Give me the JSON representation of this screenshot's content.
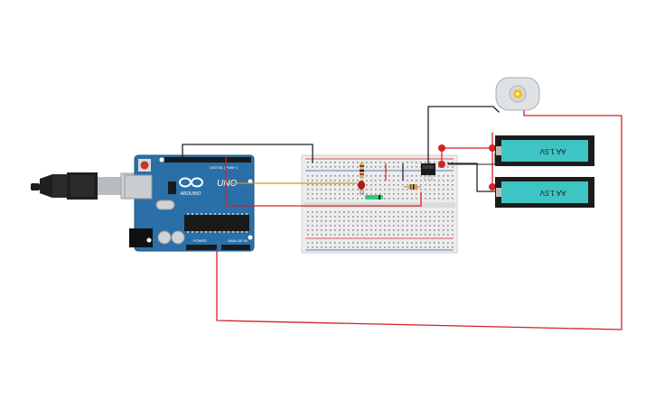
{
  "arduino": {
    "brand": "ARDUINO",
    "model": "UNO",
    "digital_label": "DIGITAL (PWM~)",
    "power_label": "POWER",
    "analog_label": "ANALOG IN",
    "board_color": "#2a6fa8"
  },
  "batteries": [
    {
      "label": "AA 1.5V",
      "color": "#3fc4c4"
    },
    {
      "label": "AA 1.5V",
      "color": "#3fc4c4"
    }
  ],
  "wire_colors": {
    "red": "#d2232a",
    "black": "#222222",
    "orange": "#e08a1e"
  }
}
